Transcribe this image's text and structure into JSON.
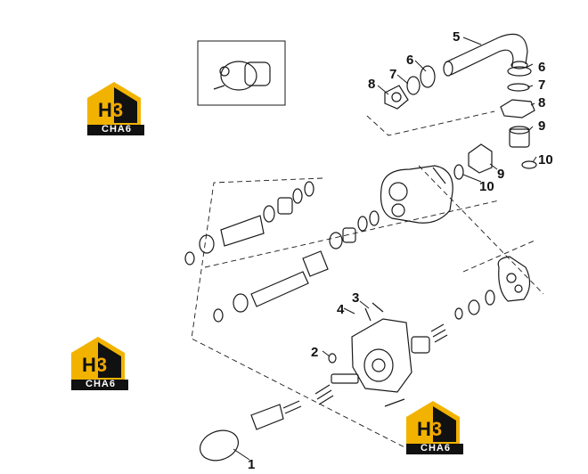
{
  "callouts": [
    {
      "id": "c1",
      "label": "1"
    },
    {
      "id": "c2",
      "label": "2"
    },
    {
      "id": "c3",
      "label": "3"
    },
    {
      "id": "c4",
      "label": "4"
    },
    {
      "id": "c5",
      "label": "5"
    },
    {
      "id": "c6a",
      "label": "6"
    },
    {
      "id": "c6b",
      "label": "6"
    },
    {
      "id": "c7a",
      "label": "7"
    },
    {
      "id": "c7b",
      "label": "7"
    },
    {
      "id": "c8a",
      "label": "8"
    },
    {
      "id": "c8b",
      "label": "8"
    },
    {
      "id": "c9a",
      "label": "9"
    },
    {
      "id": "c9b",
      "label": "9"
    },
    {
      "id": "c10a",
      "label": "10"
    },
    {
      "id": "c10b",
      "label": "10"
    }
  ],
  "watermark": {
    "mark_h": "H",
    "mark_3": "3",
    "caption": "CHA6"
  },
  "colors": {
    "line": "#1a1a1a",
    "logo_yellow": "#f2b300",
    "logo_black": "#111111"
  }
}
